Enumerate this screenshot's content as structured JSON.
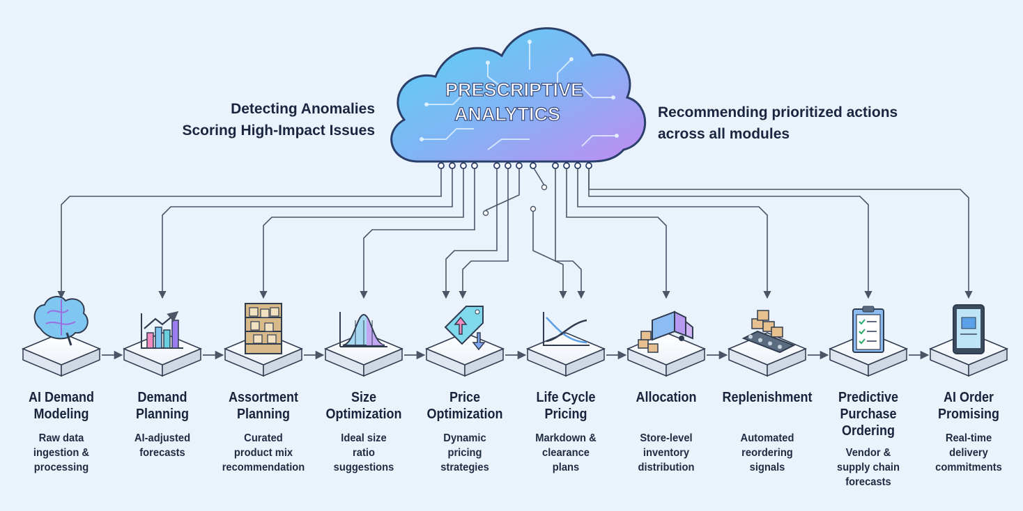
{
  "cloud": {
    "line1": "PRESCRIPTIVE",
    "line2": "ANALYTICS"
  },
  "left_text": {
    "line1": "Detecting Anomalies",
    "line2": "Scoring High-Impact Issues"
  },
  "right_text": {
    "line1": "Recommending prioritized actions",
    "line2": "across all modules"
  },
  "modules": [
    {
      "title": [
        "AI Demand",
        "Modeling"
      ],
      "desc": [
        "Raw data",
        "ingestion &",
        "processing"
      ],
      "icon": "brain-icon"
    },
    {
      "title": [
        "Demand",
        "Planning"
      ],
      "desc": [
        "AI-adjusted",
        "forecasts"
      ],
      "icon": "bar-chart-icon"
    },
    {
      "title": [
        "Assortment",
        "Planning"
      ],
      "desc": [
        "Curated",
        "product mix",
        "recommendation"
      ],
      "icon": "shelf-icon"
    },
    {
      "title": [
        "Size",
        "Optimization"
      ],
      "desc": [
        "Ideal size",
        "ratio",
        "suggestions"
      ],
      "icon": "bell-curve-icon"
    },
    {
      "title": [
        "Price",
        "Optimization"
      ],
      "desc": [
        "Dynamic",
        "pricing",
        "strategies"
      ],
      "icon": "price-tag-icon"
    },
    {
      "title": [
        "Life Cycle",
        "Pricing"
      ],
      "desc": [
        "Markdown &",
        "clearance",
        "plans"
      ],
      "icon": "curve-chart-icon"
    },
    {
      "title": [
        "Allocation"
      ],
      "desc": [
        "Store-level",
        "inventory",
        "distribution"
      ],
      "icon": "truck-icon"
    },
    {
      "title": [
        "Replenishment"
      ],
      "desc": [
        "Automated",
        "reordering",
        "signals"
      ],
      "icon": "conveyor-icon"
    },
    {
      "title": [
        "Predictive",
        "Purchase",
        "Ordering"
      ],
      "desc": [
        "Vendor &",
        "supply chain",
        "forecasts"
      ],
      "icon": "clipboard-icon"
    },
    {
      "title": [
        "AI Order",
        "Promising"
      ],
      "desc": [
        "Real-time",
        "delivery",
        "commitments"
      ],
      "icon": "tablet-icon"
    }
  ],
  "colors": {
    "background": "#eaf2fb",
    "line": "#4a5566",
    "cloud_cyan": "#5fd0f0",
    "cloud_purple": "#b98cf0"
  }
}
